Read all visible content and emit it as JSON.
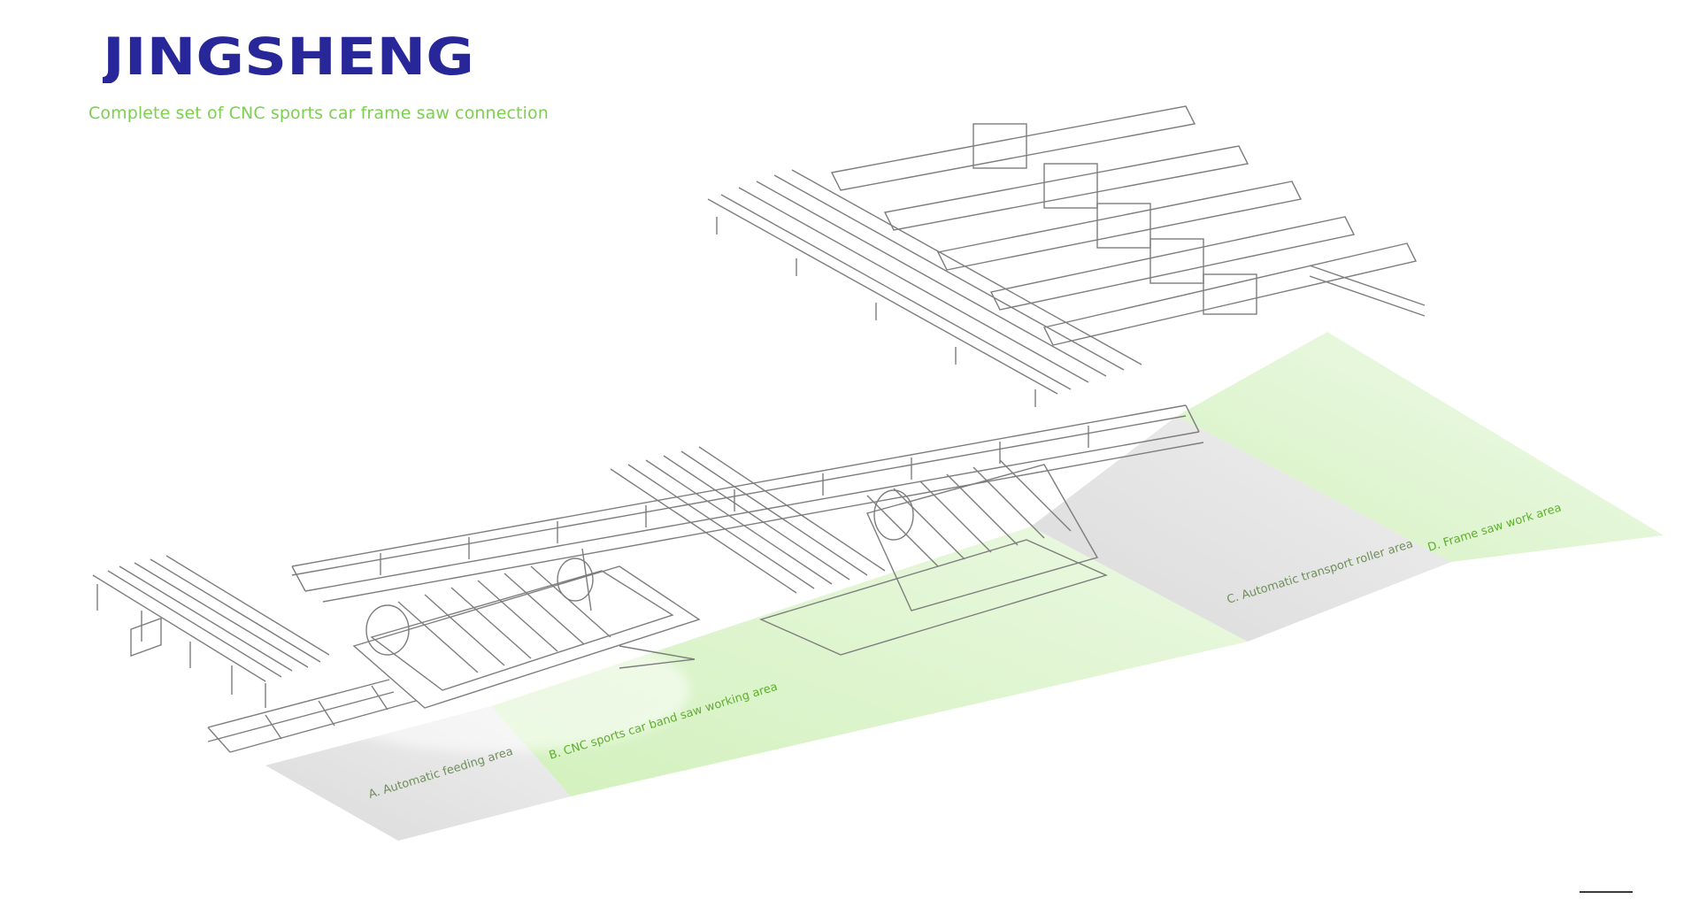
{
  "header": {
    "brand": "JINGSHENG",
    "subtitle": "Complete set of CNC sports car frame saw connection"
  },
  "zones": [
    {
      "label": "A. Automatic feeding area",
      "tint": "gray"
    },
    {
      "label": "B. CNC sports car band saw working area",
      "tint": "green"
    },
    {
      "label": "C. Automatic transport roller area",
      "tint": "gray"
    },
    {
      "label": "D. Frame saw work area",
      "tint": "green"
    }
  ],
  "colors": {
    "brand": "#27279a",
    "subtitle": "#7ccf4f",
    "zone_green": "#d2f2bf",
    "zone_gray": "#dcdcdc",
    "zone_label_green": "#5fae2e",
    "zone_label_gray": "#6f8f5a",
    "machine_line": "#7d7d7d"
  }
}
